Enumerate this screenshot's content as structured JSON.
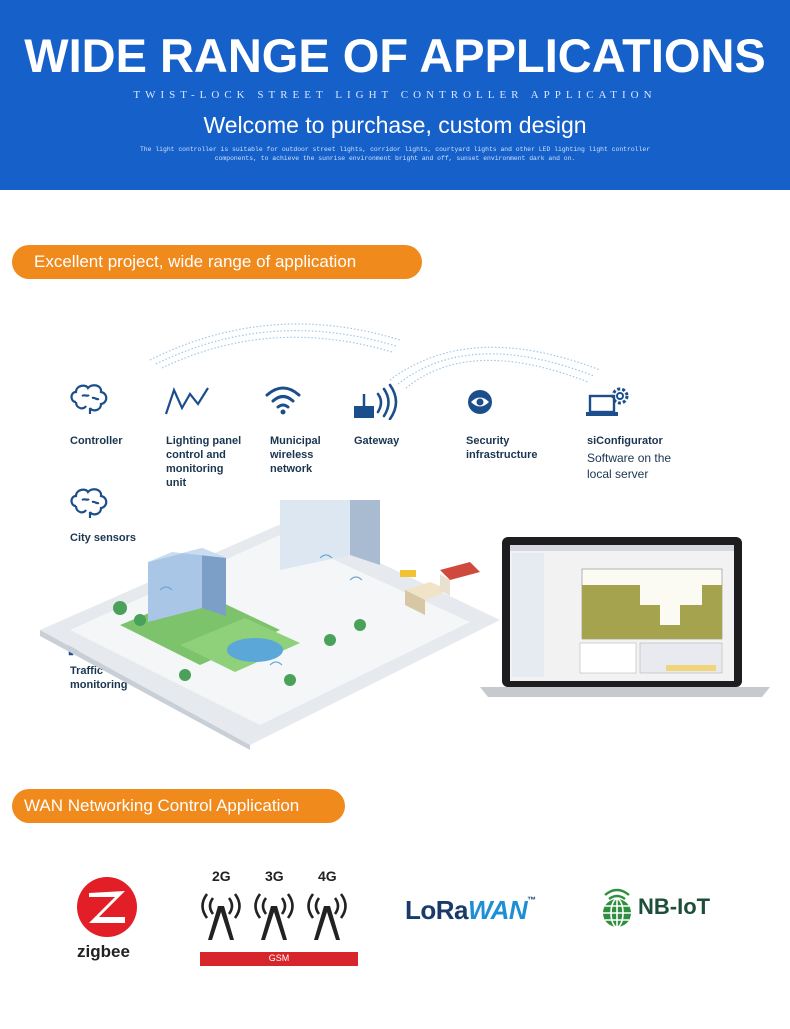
{
  "hero": {
    "title": "WIDE RANGE OF APPLICATIONS",
    "subtitle": "TWIST-LOCK STREET LIGHT CONTROLLER APPLICATION",
    "welcome": "Welcome to purchase, custom design",
    "description": "The light controller is suitable for outdoor street lights, corridor lights, courtyard lights and other LED lighting light controller components, to achieve the sunrise environment bright and off, sunset environment dark and on."
  },
  "section1": {
    "label": "Excellent project, wide range of application"
  },
  "section2": {
    "label": "WAN Networking Control Application"
  },
  "icons": {
    "controller": "Controller",
    "lighting_1": "Lighting panel",
    "lighting_2": "control and",
    "lighting_3": "monitoring",
    "lighting_4": "unit",
    "municipal_1": "Municipal",
    "municipal_2": "wireless",
    "municipal_3": "network",
    "gateway": "Gateway",
    "security_1": "Security",
    "security_2": "infrastructure",
    "siconf_1": "siConfigurator",
    "siconf_2": "Software on the",
    "siconf_3": "local server",
    "city_sensors": "City sensors",
    "traffic_1": "Traffic",
    "traffic_2": "monitoring"
  },
  "networks": {
    "zigbee": "zigbee",
    "g2": "2G",
    "g3": "3G",
    "g4": "4G",
    "gsm": "GSM",
    "lora": "LoRa",
    "wan": "WAN",
    "tm": "™",
    "nbiot": "NB-IoT"
  },
  "colors": {
    "hero_blue": "#1560c9",
    "orange": "#f08a1c",
    "icon_blue": "#1d4e8c"
  }
}
